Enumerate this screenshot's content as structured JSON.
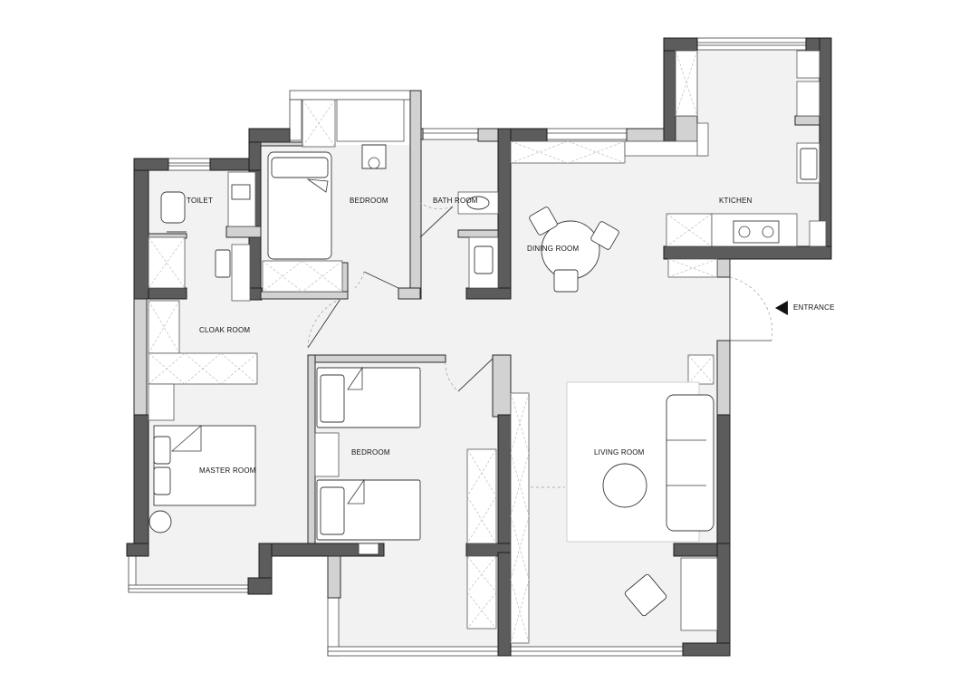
{
  "rooms": {
    "toilet": "TOILET",
    "bedroom_top": "BEDROOM",
    "bath_room": "BATH ROOM",
    "kitchen": "KTICHEN",
    "dining_room": "DINING ROOM",
    "cloak_room": "CLOAK ROOM",
    "master_room": "MASTER ROOM",
    "bedroom_middle": "BEDROOM",
    "living_room": "LIVING ROOM"
  },
  "entrance": "ENTRANCE",
  "colors": {
    "wall": "#5c5c5c",
    "partition": "#d2d2d2",
    "floor": "#f2f2f2"
  }
}
